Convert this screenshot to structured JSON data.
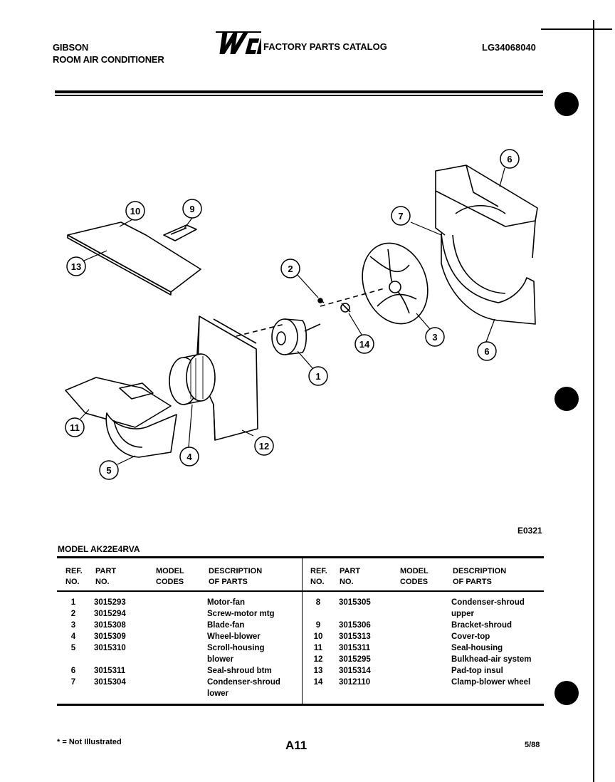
{
  "header": {
    "brand_line1": "GIBSON",
    "brand_line2": "ROOM AIR CONDITIONER",
    "catalog_title": "FACTORY PARTS CATALOG",
    "catalog_id": "LG34068040"
  },
  "diagram": {
    "figure_code": "E0321",
    "callouts": [
      "10",
      "9",
      "13",
      "2",
      "7",
      "6",
      "3",
      "14",
      "1",
      "6",
      "11",
      "4",
      "12",
      "5"
    ]
  },
  "table": {
    "model": "MODEL AK22E4RVA",
    "headers": {
      "ref_line1": "REF.",
      "ref_line2": "NO.",
      "part_line1": "PART",
      "part_line2": "NO.",
      "codes_line1": "MODEL",
      "codes_line2": "CODES",
      "desc_line1": "DESCRIPTION",
      "desc_line2": "OF PARTS"
    },
    "left_rows": [
      {
        "ref": "1",
        "part": "3015293",
        "desc": "Motor-fan"
      },
      {
        "ref": "2",
        "part": "3015294",
        "desc": "Screw-motor mtg"
      },
      {
        "ref": "3",
        "part": "3015308",
        "desc": "Blade-fan"
      },
      {
        "ref": "4",
        "part": "3015309",
        "desc": "Wheel-blower"
      },
      {
        "ref": "5",
        "part": "3015310",
        "desc": "Scroll-housing",
        "desc2": "blower"
      },
      {
        "ref": "6",
        "part": "3015311",
        "desc": "Seal-shroud btm"
      },
      {
        "ref": "7",
        "part": "3015304",
        "desc": "Condenser-shroud",
        "desc2": "lower"
      }
    ],
    "right_rows": [
      {
        "ref": "8",
        "part": "3015305",
        "desc": "Condenser-shroud",
        "desc2": "upper"
      },
      {
        "ref": "9",
        "part": "3015306",
        "desc": "Bracket-shroud"
      },
      {
        "ref": "10",
        "part": "3015313",
        "desc": "Cover-top"
      },
      {
        "ref": "11",
        "part": "3015311",
        "desc": "Seal-housing"
      },
      {
        "ref": "12",
        "part": "3015295",
        "desc": "Bulkhead-air system"
      },
      {
        "ref": "13",
        "part": "3015314",
        "desc": "Pad-top insul"
      },
      {
        "ref": "14",
        "part": "3012110",
        "desc": "Clamp-blower wheel"
      }
    ]
  },
  "footer": {
    "footnote": "* = Not Illustrated",
    "page": "A11",
    "date": "5/88"
  }
}
